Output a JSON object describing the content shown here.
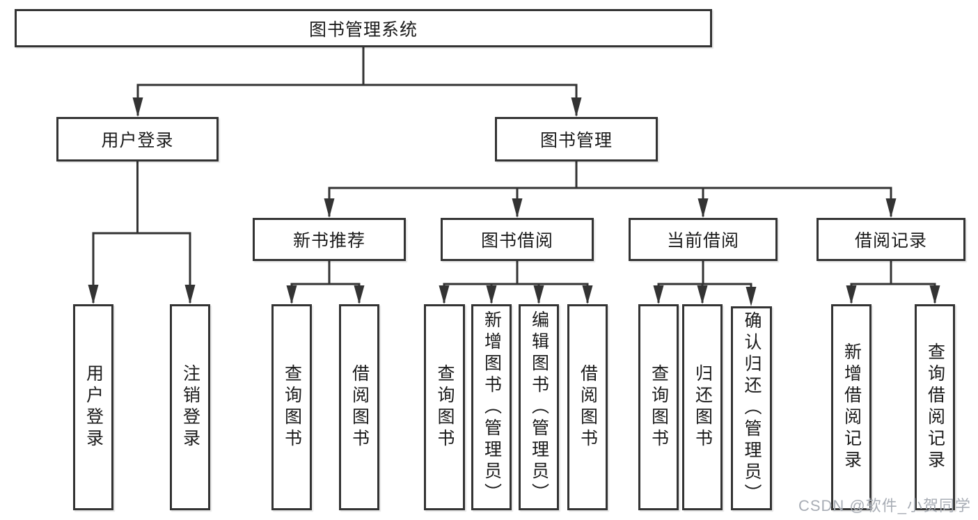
{
  "tree": {
    "label": "图书管理系统",
    "children": [
      {
        "label": "用户登录",
        "children": [
          {
            "label": "用户登录"
          },
          {
            "label": "注销登录"
          }
        ]
      },
      {
        "label": "图书管理",
        "children": [
          {
            "label": "新书推荐",
            "children": [
              {
                "label": "查询图书"
              },
              {
                "label": "借阅图书"
              }
            ]
          },
          {
            "label": "图书借阅",
            "children": [
              {
                "label": "查询图书"
              },
              {
                "label": "新增图书（管理员）"
              },
              {
                "label": "编辑图书（管理员）"
              },
              {
                "label": "借阅图书"
              }
            ]
          },
          {
            "label": "当前借阅",
            "children": [
              {
                "label": "查询图书"
              },
              {
                "label": "归还图书"
              },
              {
                "label": "确认归还（管理员）"
              }
            ]
          },
          {
            "label": "借阅记录",
            "children": [
              {
                "label": "新增借阅记录"
              },
              {
                "label": "查询借阅记录"
              }
            ]
          }
        ]
      }
    ]
  },
  "watermark": {
    "text": "CSDN @软件_小贺同学"
  },
  "colors": {
    "line": "#333333",
    "box_border": "#333333",
    "text": "#1a1a1a",
    "background": "#ffffff",
    "watermark": "#a8adb5"
  }
}
